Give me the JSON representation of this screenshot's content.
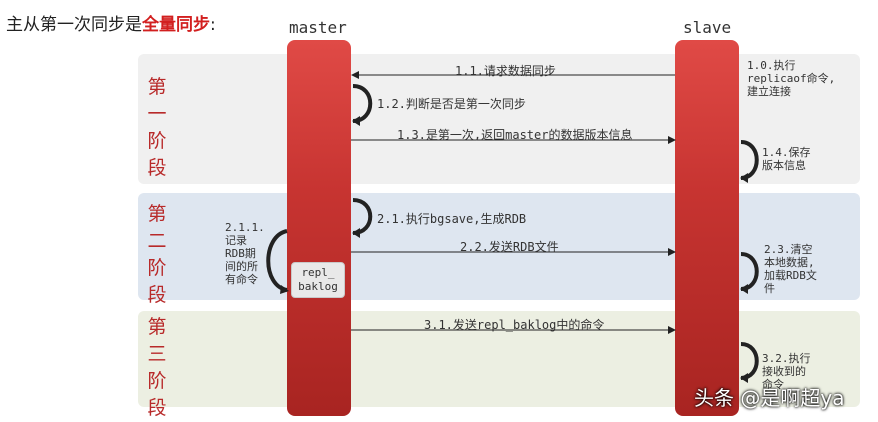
{
  "heading": {
    "prefix": "主从第一次同步是",
    "highlight": "全量同步",
    "suffix": ":"
  },
  "columns": {
    "master": "master",
    "slave": "slave"
  },
  "stages": [
    {
      "chars": [
        "第",
        "一",
        "阶",
        "段"
      ]
    },
    {
      "chars": [
        "第",
        "二",
        "阶",
        "段"
      ]
    },
    {
      "chars": [
        "第",
        "三",
        "阶",
        "段"
      ]
    }
  ],
  "steps": {
    "s1_0": [
      "1.0.执行",
      "replicaof命令,",
      "建立连接"
    ],
    "s1_1": "1.1.请求数据同步",
    "s1_2": "1.2.判断是否是第一次同步",
    "s1_3": "1.3.是第一次,返回master的数据版本信息",
    "s1_4": [
      "1.4.保存",
      "版本信息"
    ],
    "s2_1": "2.1.执行bgsave,生成RDB",
    "s2_1_1": [
      "2.1.1.",
      "记录",
      "RDB期",
      "间的所",
      "有命令"
    ],
    "s2_2": "2.2.发送RDB文件",
    "s2_3": [
      "2.3.清空",
      "本地数据,",
      "加载RDB文",
      "件"
    ],
    "s3_1": "3.1.发送repl_baklog中的命令",
    "s3_2": [
      "3.2.执行",
      "接收到的",
      "命令"
    ]
  },
  "buffer": [
    "repl_",
    "baklog"
  ],
  "watermark": "头条 @是啊超ya",
  "colors": {
    "accent": "#d21f1f",
    "bar": "#c73431",
    "stage_text": "#b82a2a",
    "band1": "#f0f0f0",
    "band2": "#dee6f0",
    "band3": "#ecefe2"
  }
}
